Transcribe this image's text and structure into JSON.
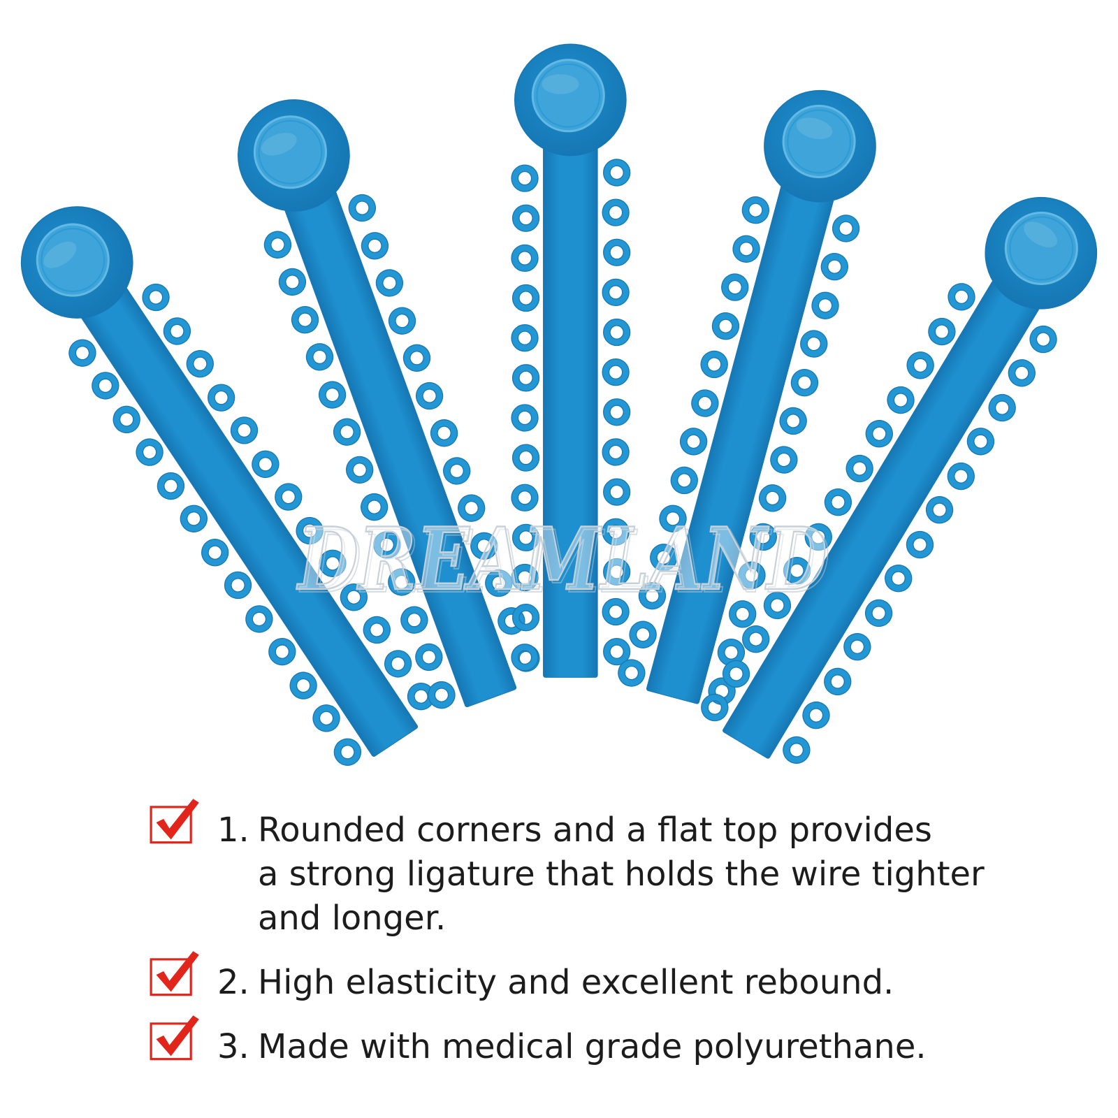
{
  "watermark": "DREAMLAND",
  "product": {
    "stick_count": 5
  },
  "colors": {
    "background": "#ffffff",
    "stick_blue": "#1e8fcf",
    "stick_blue_dark": "#1677b4",
    "stick_blue_light": "#3ea4d9",
    "ring_blue": "#2396d4",
    "check_red": "#e1251b",
    "text": "#1c1c1c",
    "watermark_outline": "#c8d0d8"
  },
  "features": [
    {
      "icon": "checkbox-checked-icon",
      "number": "1.",
      "lines": [
        "Rounded corners and a flat top provides",
        "a strong ligature that holds the wire tighter",
        "and longer."
      ]
    },
    {
      "icon": "checkbox-checked-icon",
      "number": "2.",
      "lines": [
        "High elasticity and excellent rebound."
      ]
    },
    {
      "icon": "checkbox-checked-icon",
      "number": "3.",
      "lines": [
        "Made with medical grade polyurethane."
      ]
    }
  ]
}
